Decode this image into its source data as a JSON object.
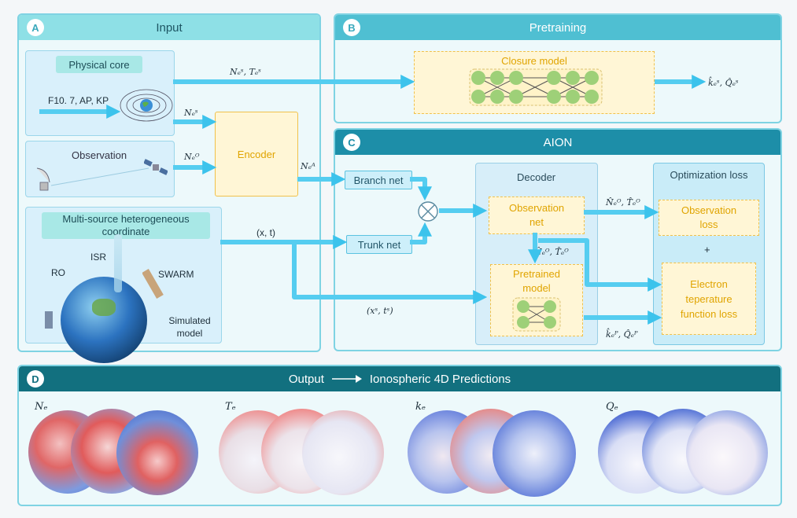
{
  "panels": {
    "a": {
      "badge": "A",
      "title": "Input"
    },
    "b": {
      "badge": "B",
      "title": "Pretraining"
    },
    "c": {
      "badge": "C",
      "title": "AION"
    },
    "d": {
      "badge": "D",
      "title_left": "Output",
      "title_right": "Ionospheric 4D Predictions"
    }
  },
  "input": {
    "physical_core": "Physical core",
    "indices": "F10. 7, AP, KP",
    "observation": "Observation",
    "multisource": "Multi-source heterogeneous coordinate",
    "ro": "RO",
    "isr": "ISR",
    "swarm": "SWARM",
    "simulated": "Simulated model"
  },
  "nodes": {
    "encoder": "Encoder",
    "closure": "Closure model",
    "branch": "Branch net",
    "trunk": "Trunk net",
    "decoder": "Decoder",
    "observation_net": "Observation net",
    "pretrained": "Pretrained model",
    "opt_loss": "Optimization loss",
    "obs_loss": "Observation loss",
    "plus": "+",
    "electron_loss": "Electron teperature function loss"
  },
  "symbols": {
    "ns_ts": "Nₑˢ, Tₑˢ",
    "ns": "Nₑˢ",
    "no": "Nₑᴼ",
    "na": "Nₑᴬ",
    "ks_qs": "k̂ₑˢ, Q̂ₑˢ",
    "xt": "(x, t)",
    "xs_ts": "(xˢ, tˢ)",
    "nhat_that": "N̂ₑᴼ, T̂ₑᴼ",
    "nhat_that_mid": "N̂ₑᴼ, T̂ₑᴼ",
    "kp_qp": "k̂ₑᴾ, Q̂ₑᴾ"
  },
  "outputs": [
    {
      "label": "Nₑ"
    },
    {
      "label": "Tₑ"
    },
    {
      "label": "kₑ"
    },
    {
      "label": "Qₑ"
    }
  ],
  "colors": {
    "panel_border": "#7fd3e3",
    "head_a": "#8ee0e6",
    "head_b": "#4fbfd2",
    "head_c": "#1d8ea8",
    "head_d": "#12707f",
    "arrow": "#3cc3ec",
    "yellow": "#f0c14b"
  }
}
